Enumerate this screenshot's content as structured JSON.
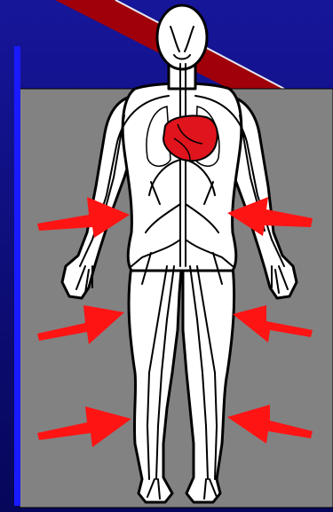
{
  "colors": {
    "background_top": "#16169a",
    "background_bottom": "#06065a",
    "accent_bar": "#1a1aff",
    "slide_panel": "#828282",
    "diagonal_stripe": "#a0000a",
    "stripe_edge": "#e8e8f0",
    "body_fill": "#ffffff",
    "outline": "#000000",
    "heart": "#e0141c",
    "arrows": "#ff1414"
  },
  "figure": {
    "subject": "human-body-circulatory-system",
    "highlighted_organ": "heart"
  },
  "arrows": [
    {
      "name": "arrow-left-upper",
      "side": "left",
      "points_toward": "torso"
    },
    {
      "name": "arrow-right-upper",
      "side": "right",
      "points_toward": "torso"
    },
    {
      "name": "arrow-left-middle",
      "side": "left",
      "points_toward": "thigh"
    },
    {
      "name": "arrow-right-middle",
      "side": "right",
      "points_toward": "thigh"
    },
    {
      "name": "arrow-left-lower",
      "side": "left",
      "points_toward": "calf"
    },
    {
      "name": "arrow-right-lower",
      "side": "right",
      "points_toward": "calf"
    }
  ]
}
